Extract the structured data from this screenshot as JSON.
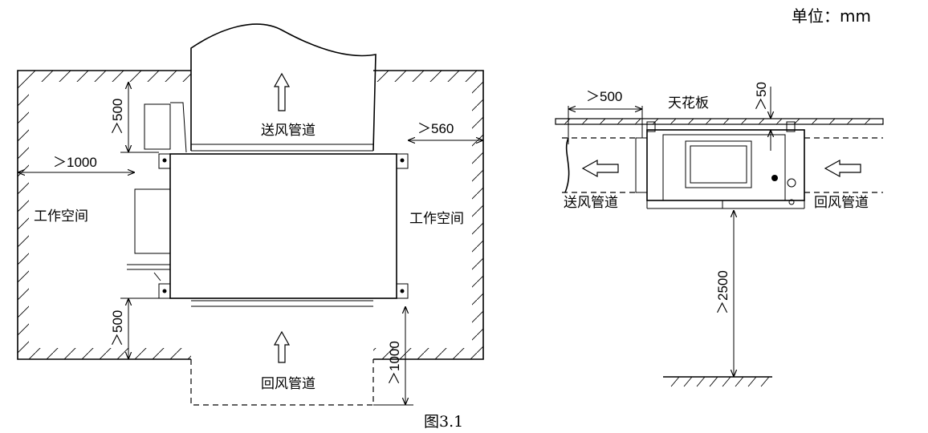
{
  "unit_label": "单位：mm",
  "figure_caption": "图3.1",
  "plan_view": {
    "supply_duct": "送风管道",
    "return_duct": "回风管道",
    "work_space_left": "工作空间",
    "work_space_right": "工作空间",
    "dim_left_clearance": "＞1000",
    "dim_top_left": "＞500",
    "dim_bottom_left": "＞500",
    "dim_right_clearance": "＞560",
    "dim_bottom_right": "＞1000"
  },
  "side_view": {
    "ceiling": "天花板",
    "supply_duct": "送风管道",
    "return_duct": "回风管道",
    "dim_duct_length": "＞500",
    "dim_top_gap": "＞50",
    "dim_floor_height": "＞2500"
  }
}
